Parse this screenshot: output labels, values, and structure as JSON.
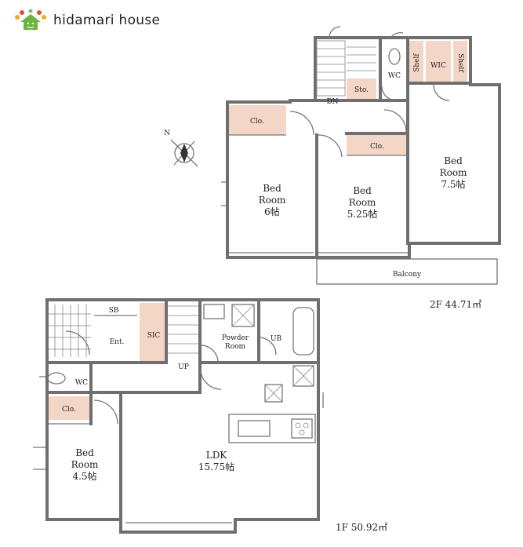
{
  "brand": {
    "name": "hidamari house",
    "icon": "house-logo-icon"
  },
  "floor2": {
    "area_label": "2F  44.71㎡",
    "rooms": {
      "bed6_a": "Bed",
      "bed6_b": "Room",
      "bed6_c": "6帖",
      "bed525_a": "Bed",
      "bed525_b": "Room",
      "bed525_c": "5.25帖",
      "bed75_a": "Bed",
      "bed75_b": "Room",
      "bed75_c": "7.5帖",
      "clo1": "Clo.",
      "clo2": "Clo.",
      "sto": "Sto.",
      "wc": "WC",
      "wic": "WIC",
      "shelf1": "Shelf",
      "shelf2": "Shelf",
      "dn": "DN",
      "balcony": "Balcony"
    },
    "compass": {
      "n": "N",
      "icon": "compass-icon"
    }
  },
  "floor1": {
    "area_label": "1F  50.92㎡",
    "rooms": {
      "bed45_a": "Bed",
      "bed45_b": "Room",
      "bed45_c": "4.5帖",
      "ldk_a": "LDK",
      "ldk_b": "15.75帖",
      "clo": "Clo.",
      "wc": "WC",
      "sb": "SB",
      "ent": "Ent.",
      "sic": "SIC",
      "up": "UP",
      "powder_a": "Powder",
      "powder_b": "Room",
      "ub": "UB"
    }
  }
}
